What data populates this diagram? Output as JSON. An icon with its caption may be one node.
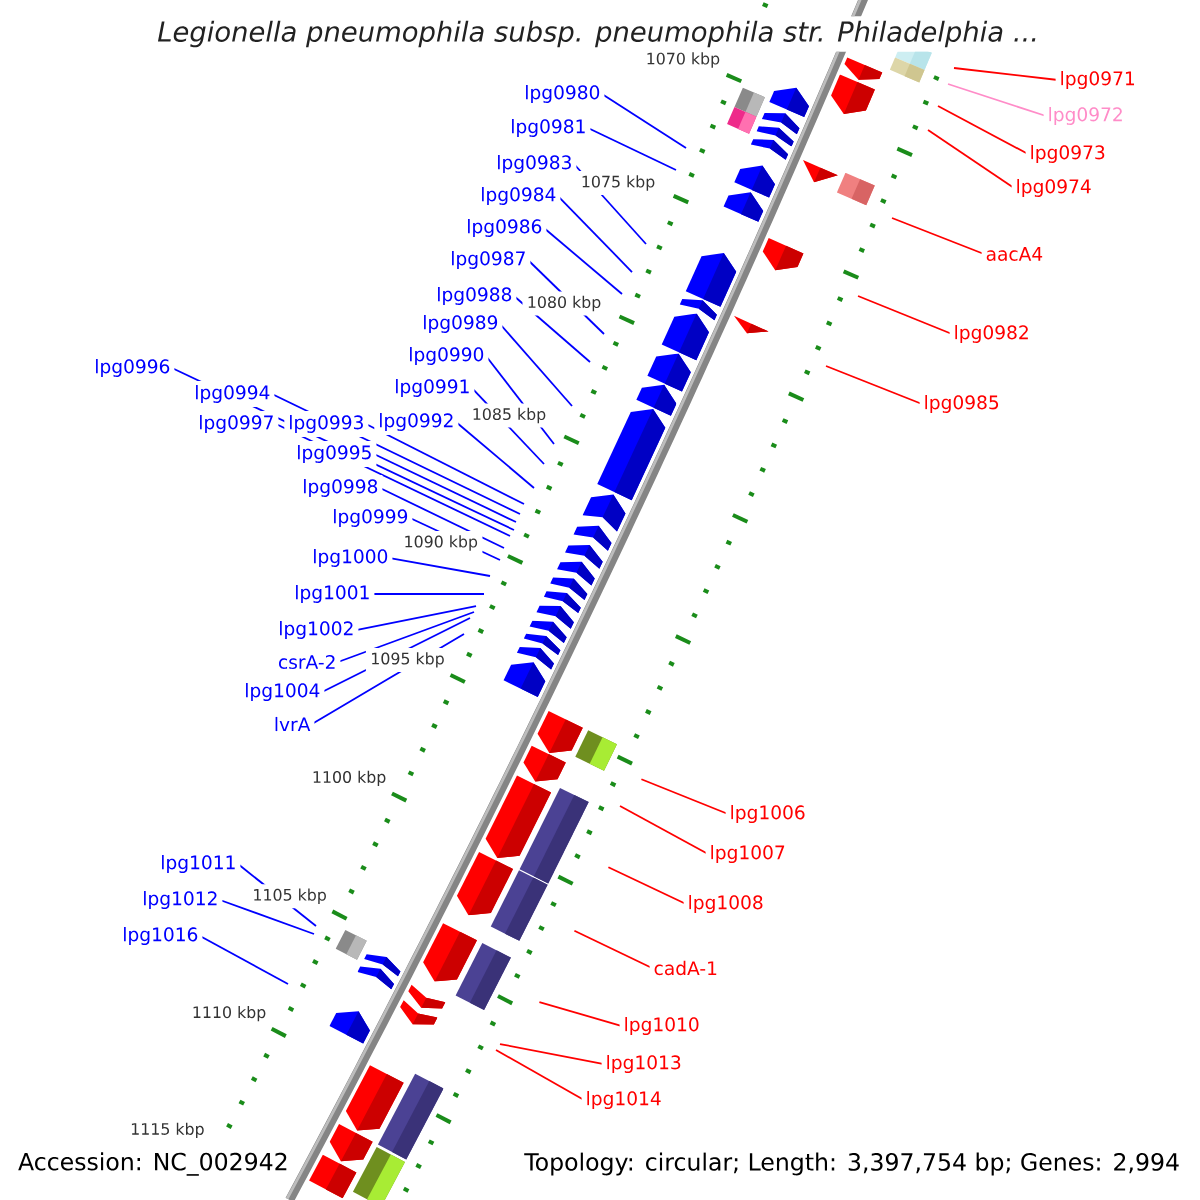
{
  "diagram": {
    "title": "Legionella pneumophila subsp. pneumophila str. Philadelphia ...",
    "nodes": [
      {
        "text": [
          "lpg0971"
        ]
      },
      {
        "text": [
          "lpg0980"
        ]
      },
      {
        "text": [
          "lpg0972"
        ]
      },
      {
        "text": [
          "lpg0981"
        ]
      },
      {
        "text": [
          "lpg0973"
        ]
      },
      {
        "text": [
          "lpg0983"
        ]
      },
      {
        "text": [
          "lpg0974"
        ]
      },
      {
        "text": [
          "lpg0984"
        ]
      },
      {
        "text": [
          "lpg0986"
        ]
      },
      {
        "text": [
          "aacA4"
        ]
      },
      {
        "text": [
          "lpg0987"
        ]
      },
      {
        "text": [
          "lpg0988"
        ]
      },
      {
        "text": [
          "lpg0989"
        ]
      },
      {
        "text": [
          "lpg0982"
        ]
      },
      {
        "text": [
          "lpg0990"
        ]
      },
      {
        "text": [
          "lpg0996"
        ]
      },
      {
        "text": [
          "lpg0991"
        ]
      },
      {
        "text": [
          "lpg0994"
        ]
      },
      {
        "text": [
          "lpg0985"
        ]
      },
      {
        "text": [
          "lpg0997"
        ]
      },
      {
        "text": [
          "lpg0993"
        ]
      },
      {
        "text": [
          "lpg0992"
        ]
      },
      {
        "text": [
          "lpg0995"
        ]
      },
      {
        "text": [
          "lpg0998"
        ]
      },
      {
        "text": [
          "lpg0999"
        ]
      },
      {
        "text": [
          "lpg1000"
        ]
      },
      {
        "text": [
          "lpg1001"
        ]
      },
      {
        "text": [
          "lpg1002"
        ]
      },
      {
        "text": [
          "csrA-2"
        ]
      },
      {
        "text": [
          "lpg1004"
        ]
      },
      {
        "text": [
          "lvrA"
        ]
      },
      {
        "text": [
          "lpg1006"
        ]
      },
      {
        "text": [
          "lpg1007"
        ]
      },
      {
        "text": [
          "lpg1011"
        ]
      },
      {
        "text": [
          "lpg1012"
        ]
      },
      {
        "text": [
          "lpg1008"
        ]
      },
      {
        "text": [
          "lpg1016"
        ]
      },
      {
        "text": [
          "cadA-1"
        ]
      },
      {
        "text": [
          "lpg1010"
        ]
      },
      {
        "text": [
          "lpg1013"
        ]
      },
      {
        "text": [
          "lpg1014"
        ]
      }
    ],
    "edges": [
      {
        "from": 0,
        "to": null,
        "arrow": "none",
        "color": "#ff0000"
      },
      {
        "from": 1,
        "to": null,
        "arrow": "none"
      },
      {
        "from": 2,
        "to": null,
        "arrow": "none",
        "color": "#ff8cc8"
      },
      {
        "from": 3,
        "to": null,
        "arrow": "none"
      },
      {
        "from": 4,
        "to": null,
        "arrow": "none",
        "color": "#ff0000"
      },
      {
        "from": 5,
        "to": null,
        "arrow": "none"
      },
      {
        "from": 6,
        "to": null,
        "arrow": "none",
        "color": "#ff0000"
      },
      {
        "from": 7,
        "to": null,
        "arrow": "none"
      },
      {
        "from": 8,
        "to": null,
        "arrow": "none"
      },
      {
        "from": 9,
        "to": null,
        "arrow": "none",
        "color": "#ff0000"
      },
      {
        "from": 10,
        "to": null,
        "arrow": "none"
      },
      {
        "from": 11,
        "to": null,
        "arrow": "none"
      },
      {
        "from": 12,
        "to": null,
        "arrow": "none"
      },
      {
        "from": 13,
        "to": null,
        "arrow": "none",
        "color": "#ff0000"
      },
      {
        "from": 14,
        "to": null,
        "arrow": "none"
      },
      {
        "from": 15,
        "to": null,
        "arrow": "none"
      },
      {
        "from": 16,
        "to": null,
        "arrow": "none"
      },
      {
        "from": 17,
        "to": null,
        "arrow": "none"
      },
      {
        "from": 18,
        "to": null,
        "arrow": "none",
        "color": "#ff0000"
      },
      {
        "from": 19,
        "to": null,
        "arrow": "none"
      },
      {
        "from": 20,
        "to": null,
        "arrow": "none"
      },
      {
        "from": 21,
        "to": null,
        "arrow": "none"
      },
      {
        "from": 22,
        "to": null,
        "arrow": "none"
      },
      {
        "from": 23,
        "to": null,
        "arrow": "none"
      },
      {
        "from": 24,
        "to": null,
        "arrow": "none"
      },
      {
        "from": 25,
        "to": null,
        "arrow": "none"
      },
      {
        "from": 26,
        "to": null,
        "arrow": "none"
      },
      {
        "from": 27,
        "to": null,
        "arrow": "none"
      },
      {
        "from": 28,
        "to": null,
        "arrow": "none"
      },
      {
        "from": 29,
        "to": null,
        "arrow": "none"
      },
      {
        "from": 30,
        "to": null,
        "arrow": "none"
      },
      {
        "from": 31,
        "to": null,
        "arrow": "none",
        "color": "#ff0000"
      },
      {
        "from": 32,
        "to": null,
        "arrow": "none",
        "color": "#ff0000"
      },
      {
        "from": 33,
        "to": null,
        "arrow": "none"
      },
      {
        "from": 34,
        "to": null,
        "arrow": "none"
      },
      {
        "from": 35,
        "to": null,
        "arrow": "none",
        "color": "#ff0000"
      },
      {
        "from": 36,
        "to": null,
        "arrow": "none"
      },
      {
        "from": 37,
        "to": null,
        "arrow": "none",
        "color": "#ff0000"
      },
      {
        "from": 38,
        "to": null,
        "arrow": "none",
        "color": "#ff0000"
      },
      {
        "from": 39,
        "to": null,
        "arrow": "none",
        "color": "#ff0000"
      },
      {
        "from": 40,
        "to": null,
        "arrow": "none",
        "color": "#ff0000"
      }
    ],
    "labels": [
      "1070 kbp",
      "1075 kbp",
      "1080 kbp",
      "1085 kbp",
      "1090 kbp",
      "1095 kbp",
      "1100 kbp",
      "1105 kbp",
      "1110 kbp",
      "1115 kbp",
      "Accession: NC_002942",
      "Topology: circular; Length: 3,397,754 bp; Genes: 2,994"
    ]
  }
}
